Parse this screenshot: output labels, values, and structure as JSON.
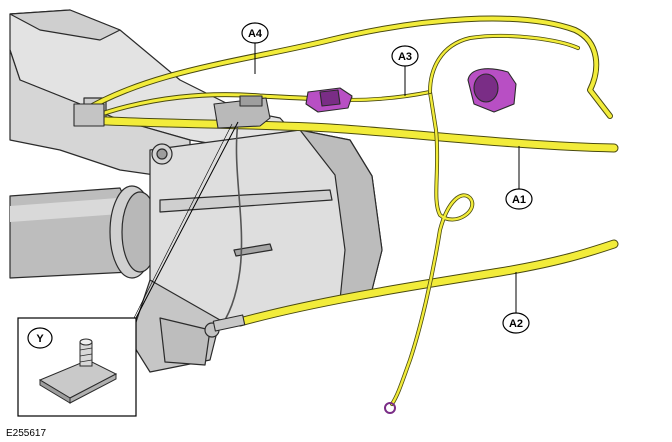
{
  "figure": {
    "id": "E255617"
  },
  "callouts": {
    "a1": "A1",
    "a2": "A2",
    "a3": "A3",
    "a4": "A4",
    "y": "Y"
  },
  "colors": {
    "harness_fill": "#f2ec3a",
    "harness_outline": "#4a4a10",
    "connector_purple": "#b84fc4",
    "connector_purple_dark": "#7a2d86",
    "body_light": "#e6e6e6",
    "body_mid": "#c9c9c9",
    "body_dark": "#9d9d9d",
    "outline": "#2b2b2b"
  }
}
